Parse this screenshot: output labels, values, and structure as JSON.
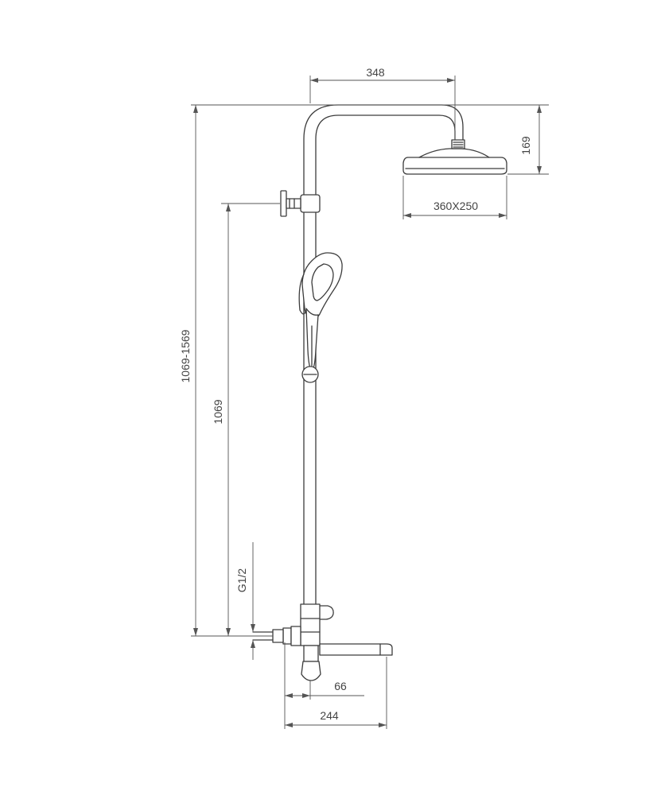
{
  "dimensions": {
    "top_width": "348",
    "head_height": "169",
    "head_size": "360X250",
    "overall_height_range": "1069-1569",
    "fixed_height": "1069",
    "inlet_thread": "G1/2",
    "spout_offset": "66",
    "spout_length": "244"
  }
}
